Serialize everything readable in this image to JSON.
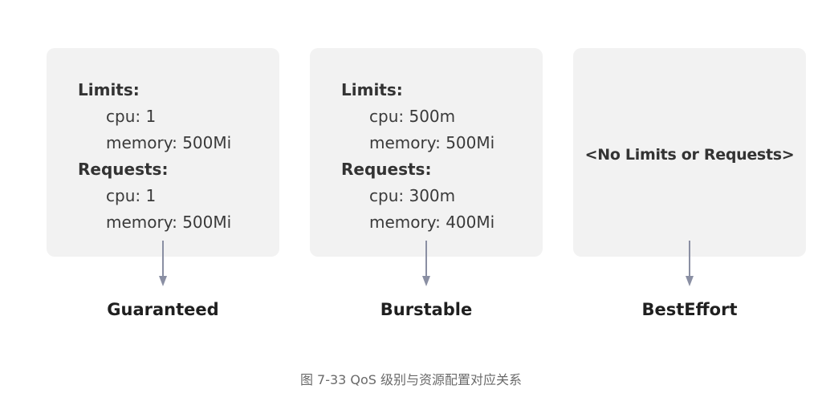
{
  "cards": [
    {
      "limits_label": "Limits:",
      "limits": [
        "cpu: 1",
        "memory: 500Mi"
      ],
      "requests_label": "Requests:",
      "requests": [
        "cpu: 1",
        "memory: 500Mi"
      ],
      "qos_class": "Guaranteed"
    },
    {
      "limits_label": "Limits:",
      "limits": [
        "cpu: 500m",
        "memory: 500Mi"
      ],
      "requests_label": "Requests:",
      "requests": [
        "cpu: 300m",
        "memory: 400Mi"
      ],
      "qos_class": "Burstable"
    },
    {
      "empty_text": "<No Limits or Requests>",
      "qos_class": "BestEffort"
    }
  ],
  "caption": "图 7-33 QoS 级别与资源配置对应关系",
  "colors": {
    "card_background": "#f2f2f2",
    "arrow": "#8a8fa3"
  }
}
